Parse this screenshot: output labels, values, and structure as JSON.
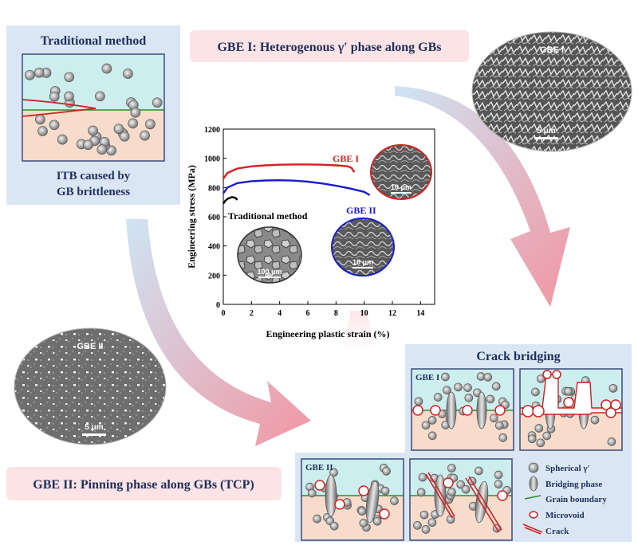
{
  "traditional": {
    "title": "Traditional method",
    "caption_line1": "ITB caused by",
    "caption_line2": "GB brittleness"
  },
  "gbe1_banner": "GBE I: Heterogenous γ′ phase along GBs",
  "gbe2_banner": "GBE II: Pinning phase along GBs (TCP)",
  "sem_gbe1": {
    "label": "GBE I",
    "scale": "5 μm"
  },
  "sem_gbe2": {
    "label": "GBE II",
    "scale": "5 μm"
  },
  "crack_bridging": {
    "title": "Crack bridging",
    "panel_gbe1": "GBE I",
    "panel_gbe2": "GBE II"
  },
  "legend": {
    "spherical": "Spherical γ′",
    "bridging": "Bridging phase",
    "grain_boundary": "Grain boundary",
    "microvoid": "Microvoid",
    "crack": "Crack"
  },
  "colors": {
    "gbe1": "#d42020",
    "gbe2": "#1a1acc",
    "traditional": "#000000",
    "upper_grain": "#cdeeee",
    "lower_grain": "#f8dccb",
    "grain_boundary": "#2e8b2e",
    "box_border": "#3a4a7a"
  },
  "chart_data": {
    "type": "line",
    "xlabel": "Engineering plastic strain (%)",
    "ylabel": "Engineering stress (MPa)",
    "xlim": [
      0,
      15
    ],
    "ylim": [
      0,
      1200
    ],
    "xticks": [
      0,
      2,
      4,
      6,
      8,
      10,
      12,
      14
    ],
    "yticks": [
      0,
      200,
      400,
      600,
      800,
      1000,
      1200
    ],
    "series": [
      {
        "name": "GBE I",
        "color": "#d42020",
        "x": [
          0,
          0.3,
          1,
          2,
          3,
          4,
          5,
          6,
          7,
          8,
          8.8,
          9.1,
          9.3
        ],
        "y": [
          860,
          900,
          930,
          945,
          952,
          956,
          958,
          958,
          956,
          952,
          946,
          935,
          905
        ]
      },
      {
        "name": "GBE II",
        "color": "#1a1acc",
        "x": [
          0,
          0.3,
          1,
          2,
          3,
          4,
          5,
          6,
          7,
          8,
          9,
          10,
          10.4
        ],
        "y": [
          760,
          800,
          830,
          843,
          848,
          850,
          847,
          840,
          828,
          812,
          793,
          770,
          748
        ]
      },
      {
        "name": "Traditional method",
        "color": "#000000",
        "x": [
          0,
          0.15,
          0.35,
          0.6,
          0.85,
          1.0
        ],
        "y": [
          690,
          710,
          725,
          735,
          730,
          715
        ]
      }
    ],
    "insets": [
      {
        "scale": "10 μm",
        "for": "GBE I"
      },
      {
        "scale": "10 μm",
        "for": "GBE II"
      },
      {
        "scale": "100 μm",
        "for": "Traditional method"
      }
    ]
  }
}
